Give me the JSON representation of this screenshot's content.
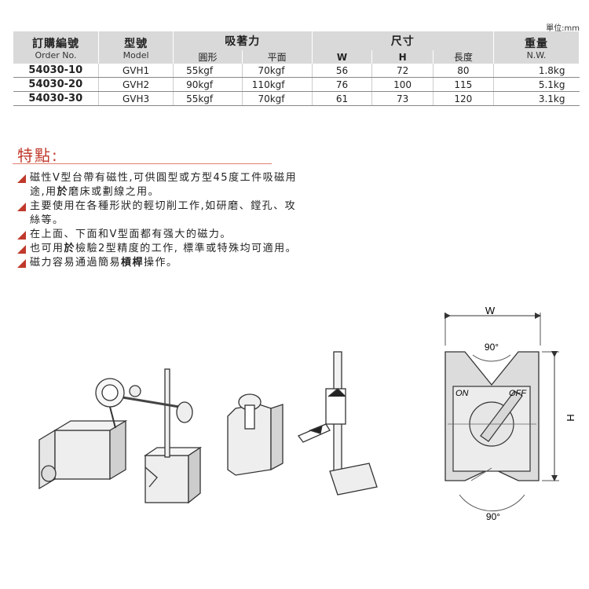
{
  "unit_label": "單位:mm",
  "table": {
    "headers": {
      "order_no_zh": "訂購編號",
      "order_no_en": "Order No.",
      "model_zh": "型號",
      "model_en": "Model",
      "magnet_force": "吸著力",
      "round": "圓形",
      "flat": "平面",
      "dimensions": "尺寸",
      "w": "W",
      "h": "H",
      "length": "長度",
      "weight_zh": "重量",
      "weight_en": "N.W."
    },
    "rows": [
      {
        "order_no": "54030-10",
        "model": "GVH1",
        "round": "55kgf",
        "flat": "70kgf",
        "w": "56",
        "h": "72",
        "length": "80",
        "weight": "1.8kg"
      },
      {
        "order_no": "54030-20",
        "model": "GVH2",
        "round": "90kgf",
        "flat": "110kgf",
        "w": "76",
        "h": "100",
        "length": "115",
        "weight": "5.1kg"
      },
      {
        "order_no": "54030-30",
        "model": "GVH3",
        "round": "55kgf",
        "flat": "70kgf",
        "w": "61",
        "h": "73",
        "length": "120",
        "weight": "3.1kg"
      }
    ]
  },
  "features": {
    "title": "特點:",
    "items": [
      {
        "pre": "磁性V型台帶有磁性,可供圓型或方型45度工件吸磁用途,用",
        "bold": "於",
        "post": "磨床或劃線之用。"
      },
      {
        "pre": "主要使用在各種形狀的輕切削工作,如研磨、鏜孔、攻絲等。",
        "bold": "",
        "post": ""
      },
      {
        "pre": "在上面、下面和V型面都有强大的磁力。",
        "bold": "",
        "post": ""
      },
      {
        "pre": "也可用",
        "bold": "於",
        "post": "檢驗2型精度的工作, 標準或特殊均可適用。"
      },
      {
        "pre": "磁力容易通過簡易",
        "bold": "槓桿",
        "post": "操作。"
      }
    ]
  },
  "diagram": {
    "w_label": "W",
    "h_label": "H",
    "angle_top": "90°",
    "angle_bottom": "90°",
    "on_label": "ON",
    "off_label": "OFF"
  }
}
